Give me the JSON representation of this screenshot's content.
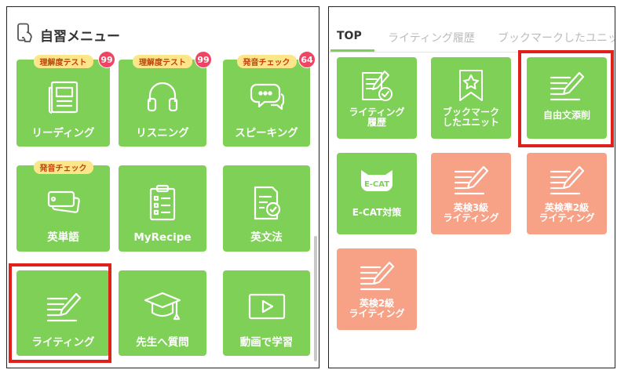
{
  "left": {
    "header_title": "自習メニュー",
    "tiles": [
      {
        "label": "リーディング",
        "tag": "理解度テスト",
        "badge": "99",
        "icon": "newspaper-icon"
      },
      {
        "label": "リスニング",
        "tag": "理解度テスト",
        "badge": "99",
        "icon": "headphones-icon"
      },
      {
        "label": "スピーキング",
        "tag": "発音チェック",
        "badge": "64",
        "icon": "speech-bubbles-icon"
      },
      {
        "label": "英単語",
        "tag": "発音チェック",
        "icon": "flashcards-icon"
      },
      {
        "label": "MyRecipe",
        "icon": "clipboard-icon"
      },
      {
        "label": "英文法",
        "icon": "document-check-icon"
      },
      {
        "label": "ライティング",
        "icon": "pencil-lines-icon"
      },
      {
        "label": "先生へ質問",
        "icon": "mortarboard-icon"
      },
      {
        "label": "動画で学習",
        "icon": "play-video-icon"
      }
    ]
  },
  "right": {
    "tabs": [
      {
        "label": "TOP"
      },
      {
        "label": "ライティング履歴"
      },
      {
        "label": "ブックマークしたユニット"
      }
    ],
    "tiles": [
      {
        "label": "ライティング\n履歴",
        "icon": "writing-history-icon"
      },
      {
        "label": "ブックマーク\nしたユニット",
        "icon": "bookmark-star-icon"
      },
      {
        "label": "自由文添削",
        "icon": "pencil-lines-icon"
      },
      {
        "label": "E-CAT対策",
        "icon": "ecat-logo-icon",
        "logo_text": "E-CAT"
      },
      {
        "label": "英検3級\nライティング",
        "icon": "pencil-lines-icon"
      },
      {
        "label": "英検準2級\nライティング",
        "icon": "pencil-lines-icon"
      },
      {
        "label": "英検2級\nライティング",
        "icon": "pencil-lines-icon"
      }
    ]
  },
  "colors": {
    "tile_green": "#7ed057",
    "tile_salmon": "#f7a187",
    "badge_red": "#ef4464",
    "highlight_red": "#e0201b"
  }
}
